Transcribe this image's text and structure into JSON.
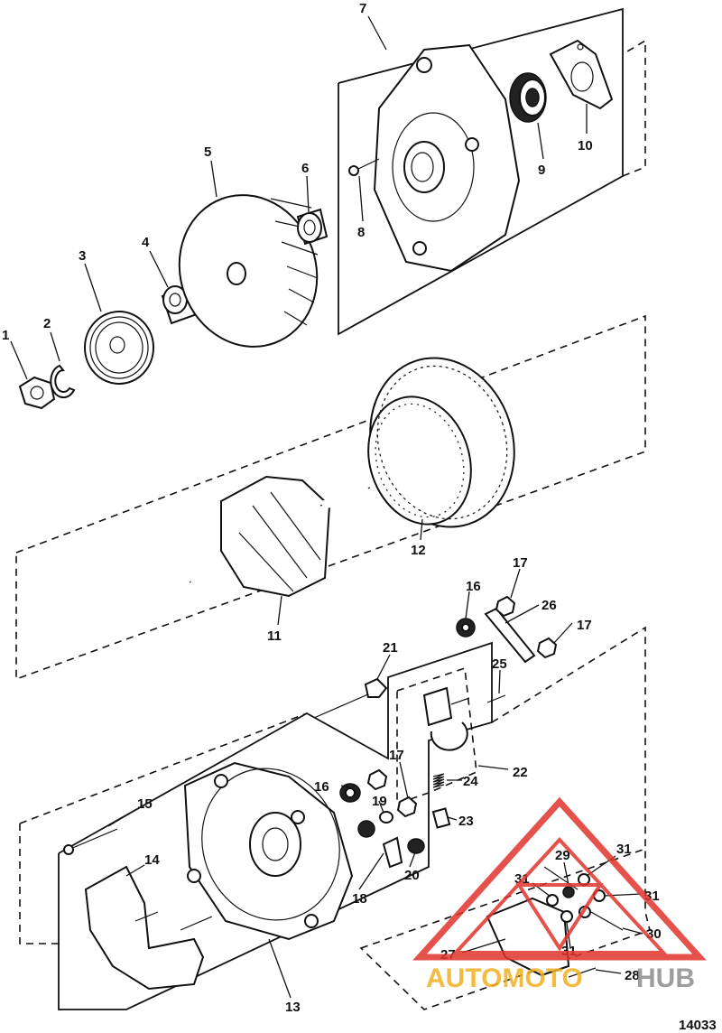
{
  "diagram": {
    "figure_number": "14033",
    "callouts": [
      "1",
      "2",
      "3",
      "4",
      "5",
      "6",
      "7",
      "8",
      "9",
      "10",
      "11",
      "12",
      "13",
      "14",
      "15",
      "16",
      "16",
      "17",
      "17",
      "17",
      "18",
      "19",
      "20",
      "21",
      "22",
      "23",
      "24",
      "25",
      "26",
      "27",
      "28",
      "29",
      "30",
      "31",
      "31",
      "31",
      "31"
    ]
  },
  "watermark": {
    "text_left": "AUTOMOTO",
    "text_right": "HUB",
    "colors": {
      "triangle": "#e0342c",
      "left": "#f2b01e",
      "right": "#8c8c8c"
    }
  }
}
